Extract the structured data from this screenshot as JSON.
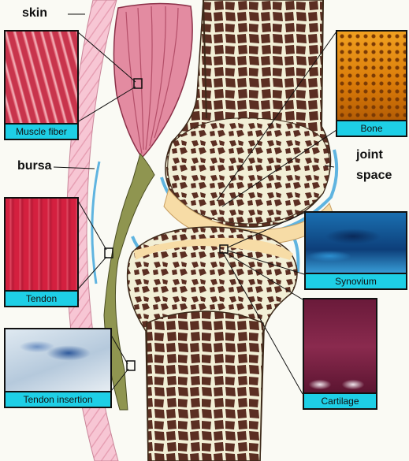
{
  "labels": {
    "skin": "skin",
    "bursa": "bursa",
    "joint_space_1": "joint",
    "joint_space_2": "space"
  },
  "insets": {
    "muscle_fiber": "Muscle fiber",
    "tendon": "Tendon",
    "tendon_insertion": "Tendon insertion",
    "bone": "Bone",
    "synovium": "Synovium",
    "cartilage": "Cartilage"
  },
  "colors": {
    "caption_bg": "#1ecfe6",
    "synovial_outline": "#5fb4e0",
    "cartilage": "#f7dca6",
    "bone_shaft": "#f2efd6",
    "marrow": "#5b2e22",
    "skin": "#f7c6d4",
    "muscle": "#e38ba1",
    "tendon": "#8f9550"
  }
}
